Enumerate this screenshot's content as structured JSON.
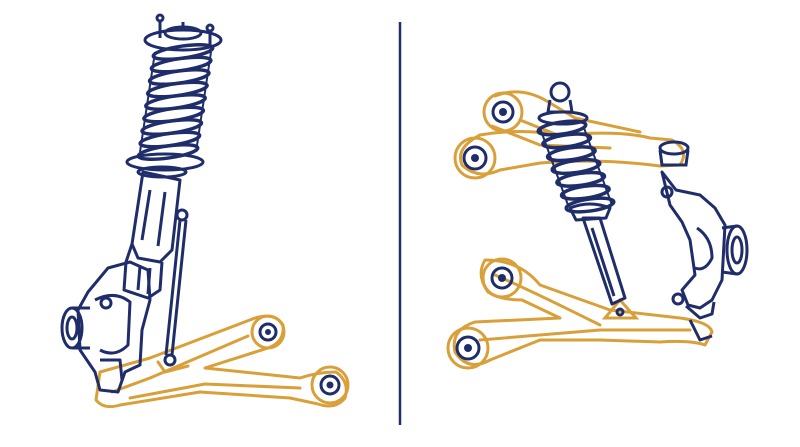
{
  "colors": {
    "background": "#ffffff",
    "navy": "#1f2d6b",
    "gold": "#d9a03a",
    "gold_fill": "#e8ac3f"
  },
  "panels": [
    {
      "id": "macpherson-strut",
      "icon": "macpherson-strut-suspension-icon"
    },
    {
      "id": "double-wishbone",
      "icon": "double-wishbone-suspension-icon"
    }
  ],
  "divider": {
    "icon": "panel-divider-line"
  }
}
